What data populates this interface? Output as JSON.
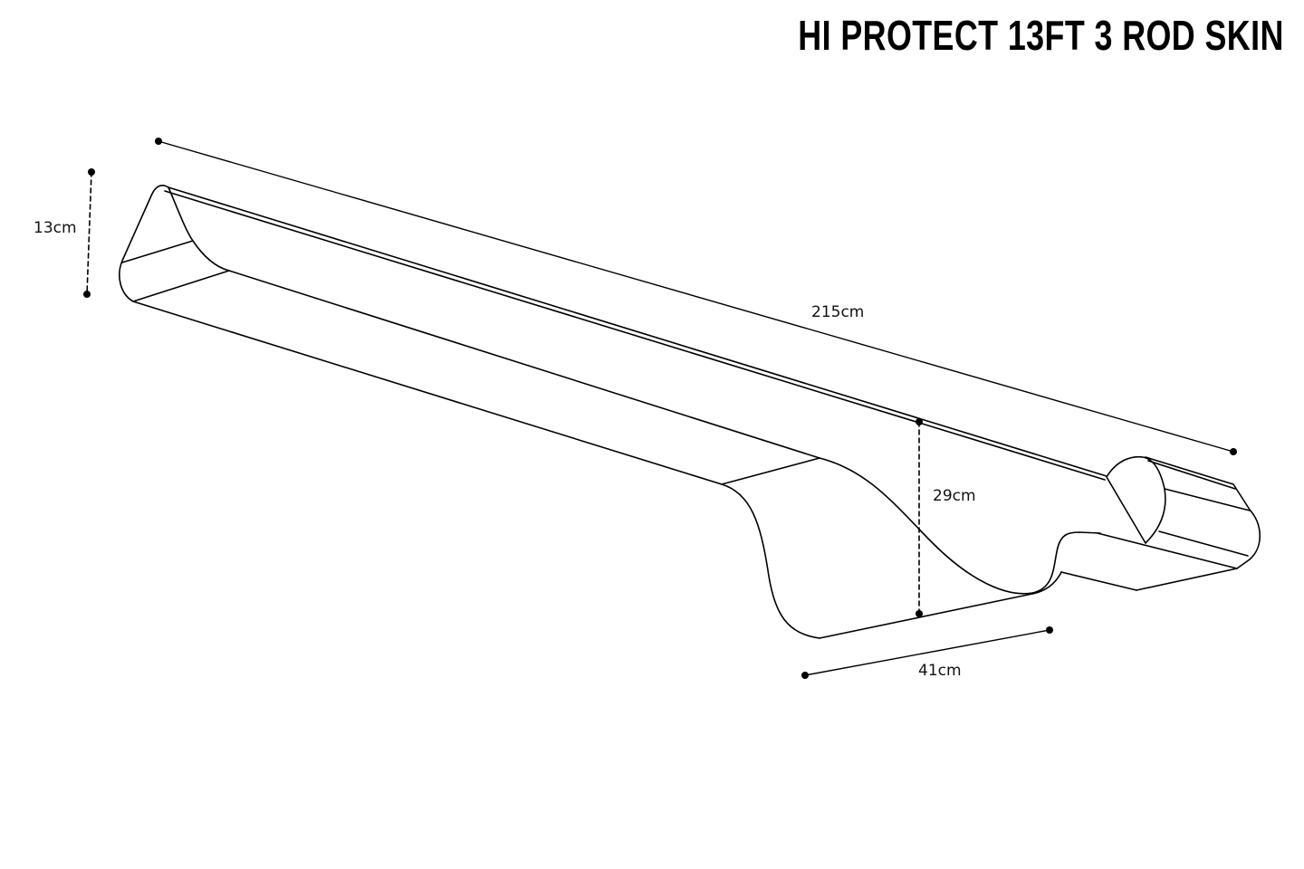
{
  "title": "HI PROTECT 13FT 3 ROD SKIN",
  "dimensions": {
    "length": "215cm",
    "end_height": "13cm",
    "tip_height": "29cm",
    "tip_width": "41cm"
  },
  "colors": {
    "line": "#000000",
    "background": "#ffffff"
  }
}
